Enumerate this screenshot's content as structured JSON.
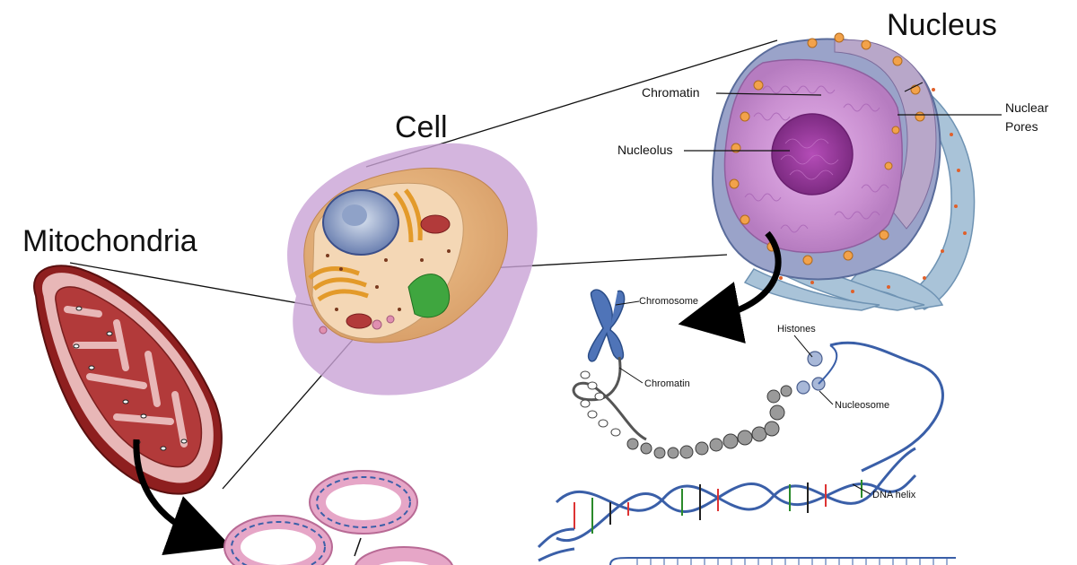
{
  "titles": {
    "nucleus": "Nucleus",
    "cell": "Cell",
    "mitochondria": "Mitochondria"
  },
  "nucleus_labels": {
    "chromatin": "Chromatin",
    "nucleolus": "Nucleolus",
    "nuclear_pores_line1": "Nuclear",
    "nuclear_pores_line2": "Pores"
  },
  "dna_labels": {
    "chromosome": "Chromosome",
    "chromatin": "Chromatin",
    "histones": "Histones",
    "nucleosome": "Nucleosome",
    "dna_helix": "DNA helix"
  },
  "colors": {
    "cell_body": "#e0b07a",
    "cell_membrane": "#c9a3d6",
    "nucleus_shell": "#8aa6c2",
    "nucleoplasm": "#c98fd0",
    "nucleolus": "#9b3e9f",
    "er": "#7fa8c6",
    "mito_outer": "#8e1f1f",
    "mito_inner": "#c04a4a",
    "dna_strand": "#3a5fa8",
    "ring_pink": "#e6a6c7",
    "arrow": "#000000"
  }
}
